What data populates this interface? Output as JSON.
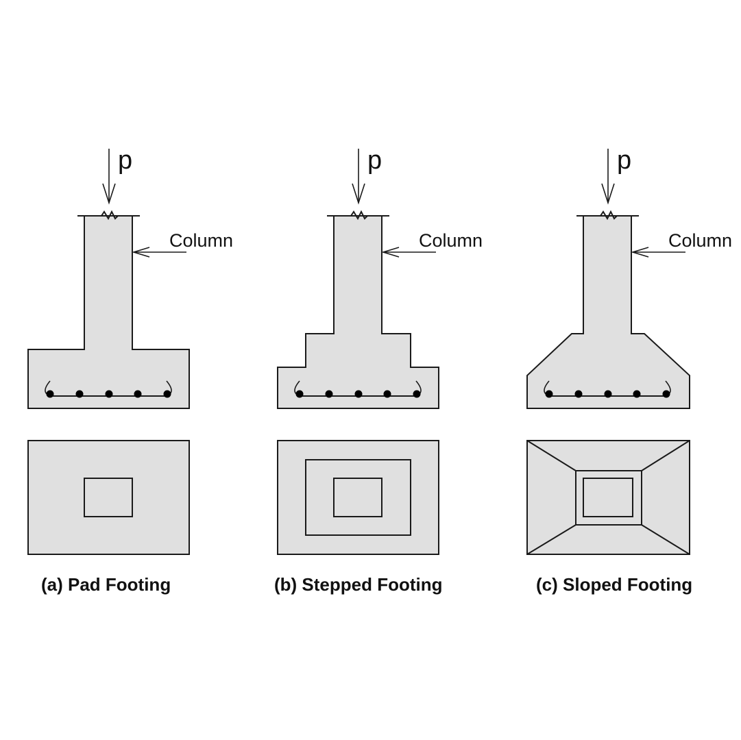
{
  "colors": {
    "concrete_fill": "#e0e0e0",
    "outline": "#1a1a1a",
    "rebar": "#000000",
    "background": "#ffffff"
  },
  "panels": [
    {
      "id": "a",
      "load_label": "p",
      "column_label": "Column",
      "caption": "(a) Pad Footing",
      "section_type": "pad",
      "rebar_count": 5
    },
    {
      "id": "b",
      "load_label": "p",
      "column_label": "Column",
      "caption": "(b) Stepped Footing",
      "section_type": "stepped",
      "rebar_count": 5
    },
    {
      "id": "c",
      "load_label": "p",
      "column_label": "Column",
      "caption": "(c) Sloped Footing",
      "section_type": "sloped",
      "rebar_count": 5
    }
  ]
}
